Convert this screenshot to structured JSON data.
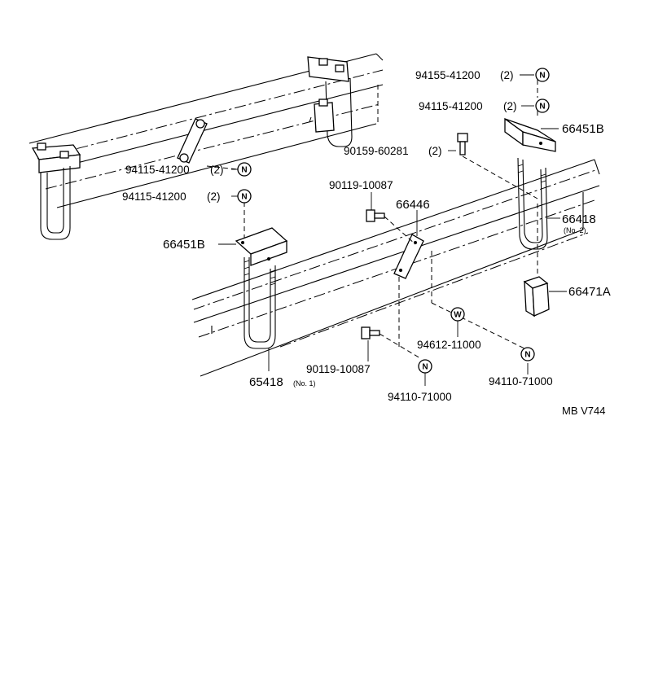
{
  "diagram": {
    "ref_code": "MB V744",
    "callouts": {
      "c94155_41200": "94155-41200",
      "c94155_41200_qty": "(2)",
      "c94115_41200_a": "94115-41200",
      "c94115_41200_a_qty": "(2)",
      "c94115_41200_b": "94115-41200",
      "c94115_41200_b_qty": "(2)",
      "c94115_41200_c": "94115-41200",
      "c94115_41200_c_qty": "(2)",
      "c66451B_right": "66451B",
      "c66451B_left": "66451B",
      "c90159_60281": "90159-60281",
      "c90159_60281_qty": "(2)",
      "c90119_10087_top": "90119-10087",
      "c90119_10087_bottom": "90119-10087",
      "c66446": "66446",
      "c66418_no2": "66418",
      "c66418_no2_note": "(No. 2)",
      "c66471A": "66471A",
      "c94612_11000": "94612-11000",
      "c94110_71000_right": "94110-71000",
      "c94110_71000_bottom": "94110-71000",
      "c65418_no1": "65418",
      "c65418_no1_note": "(No. 1)"
    },
    "symbols": {
      "nut": "N",
      "washer": "W"
    }
  }
}
